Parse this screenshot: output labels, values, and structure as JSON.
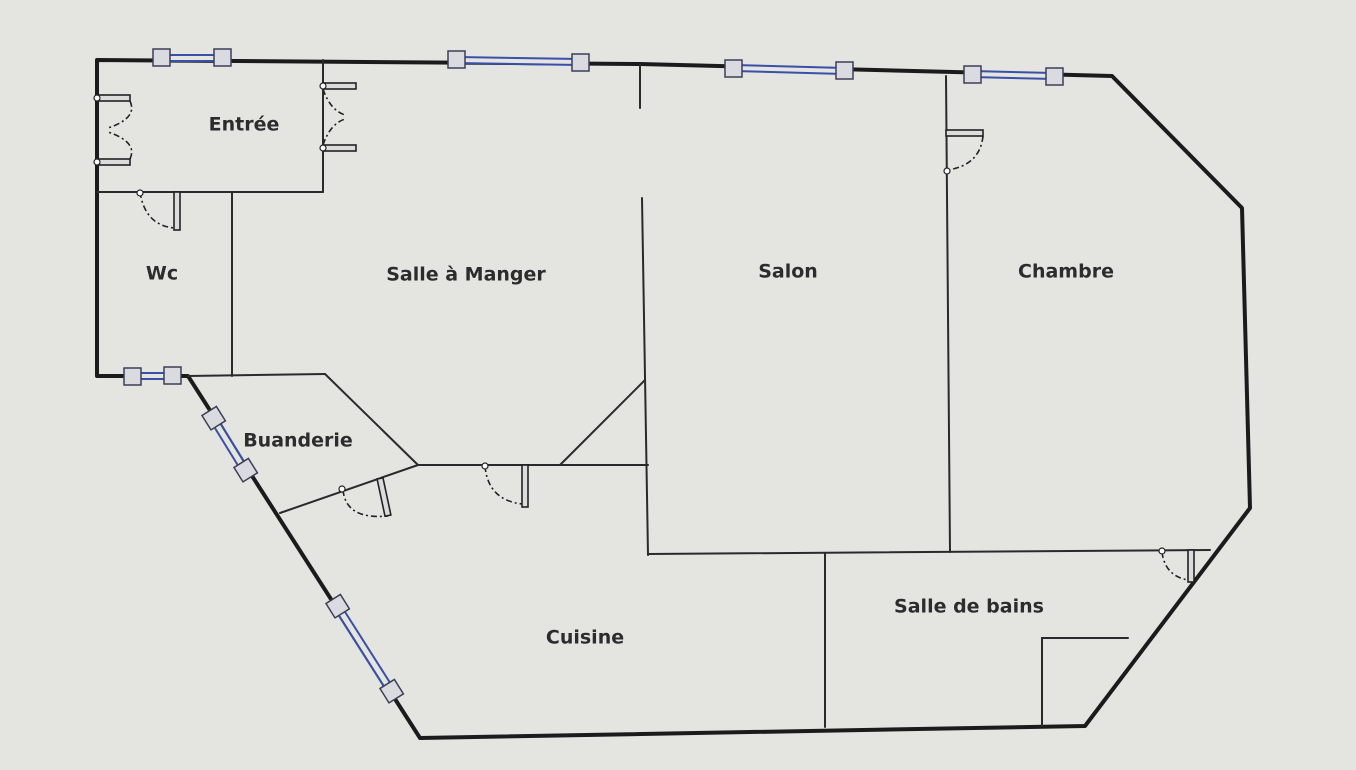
{
  "rooms": {
    "entree": "Entrée",
    "wc": "Wc",
    "salle_a_manger": "Salle à Manger",
    "salon": "Salon",
    "chambre": "Chambre",
    "buanderie": "Buanderie",
    "cuisine": "Cuisine",
    "salle_de_bains": "Salle de bains"
  }
}
